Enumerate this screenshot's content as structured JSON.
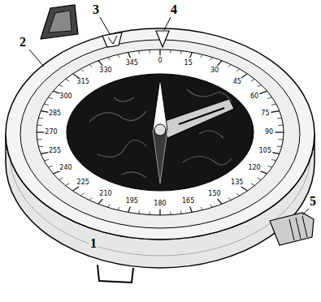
{
  "diagram": {
    "labels": [
      "1",
      "2",
      "3",
      "4",
      "5",
      "0",
      "15",
      "30",
      "45",
      "60",
      "75",
      "90",
      "105",
      "120",
      "135",
      "150",
      "165",
      "180",
      "195",
      "210",
      "225",
      "240",
      "255",
      "270",
      "285",
      "300",
      "315",
      "330",
      "345"
    ]
  }
}
